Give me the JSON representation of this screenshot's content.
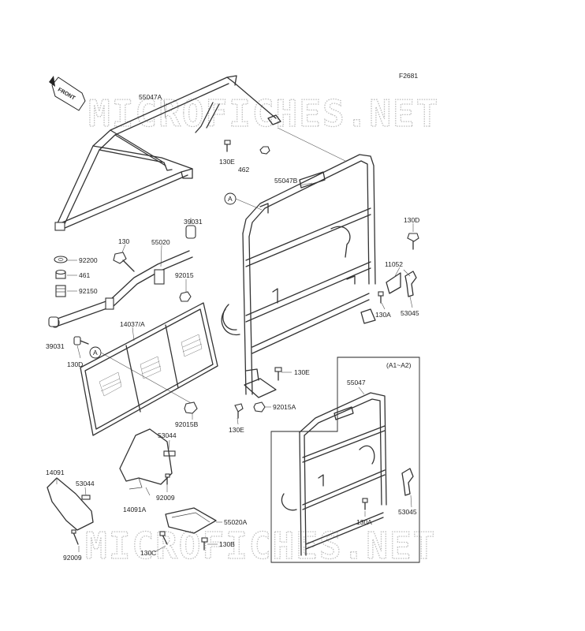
{
  "figure_id": "F2681",
  "watermarks": [
    "MICROFICHES.NET",
    "MICROFICHES.NET"
  ],
  "front_arrow_label": "FRONT",
  "inset_label": "(A1~A2)",
  "reference_marks": [
    "A",
    "A"
  ],
  "parts": {
    "p55047A": "55047A",
    "p130E_top": "130E",
    "p462": "462",
    "p55047B": "55047B",
    "p39031_top": "39031",
    "p130": "130",
    "p55020": "55020",
    "p92015": "92015",
    "p92200": "92200",
    "p461": "461",
    "p92150": "92150",
    "p130D_right": "130D",
    "p11052": "11052",
    "p130A_right": "130A",
    "p53045_right": "53045",
    "p14037A": "14037/A",
    "p39031_left": "39031",
    "p130D_left": "130D",
    "p130E_mid": "130E",
    "p92015A": "92015A",
    "p130E_low": "130E",
    "p92015B": "92015B",
    "p53044_mid": "53044",
    "p14091": "14091",
    "p53044_left": "53044",
    "p14091A": "14091A",
    "p92009_mid": "92009",
    "p55020A": "55020A",
    "p130B": "130B",
    "p130C": "130C",
    "p92009_left": "92009",
    "p55047_inset": "55047",
    "p130A_inset": "130A",
    "p53045_inset": "53045"
  }
}
